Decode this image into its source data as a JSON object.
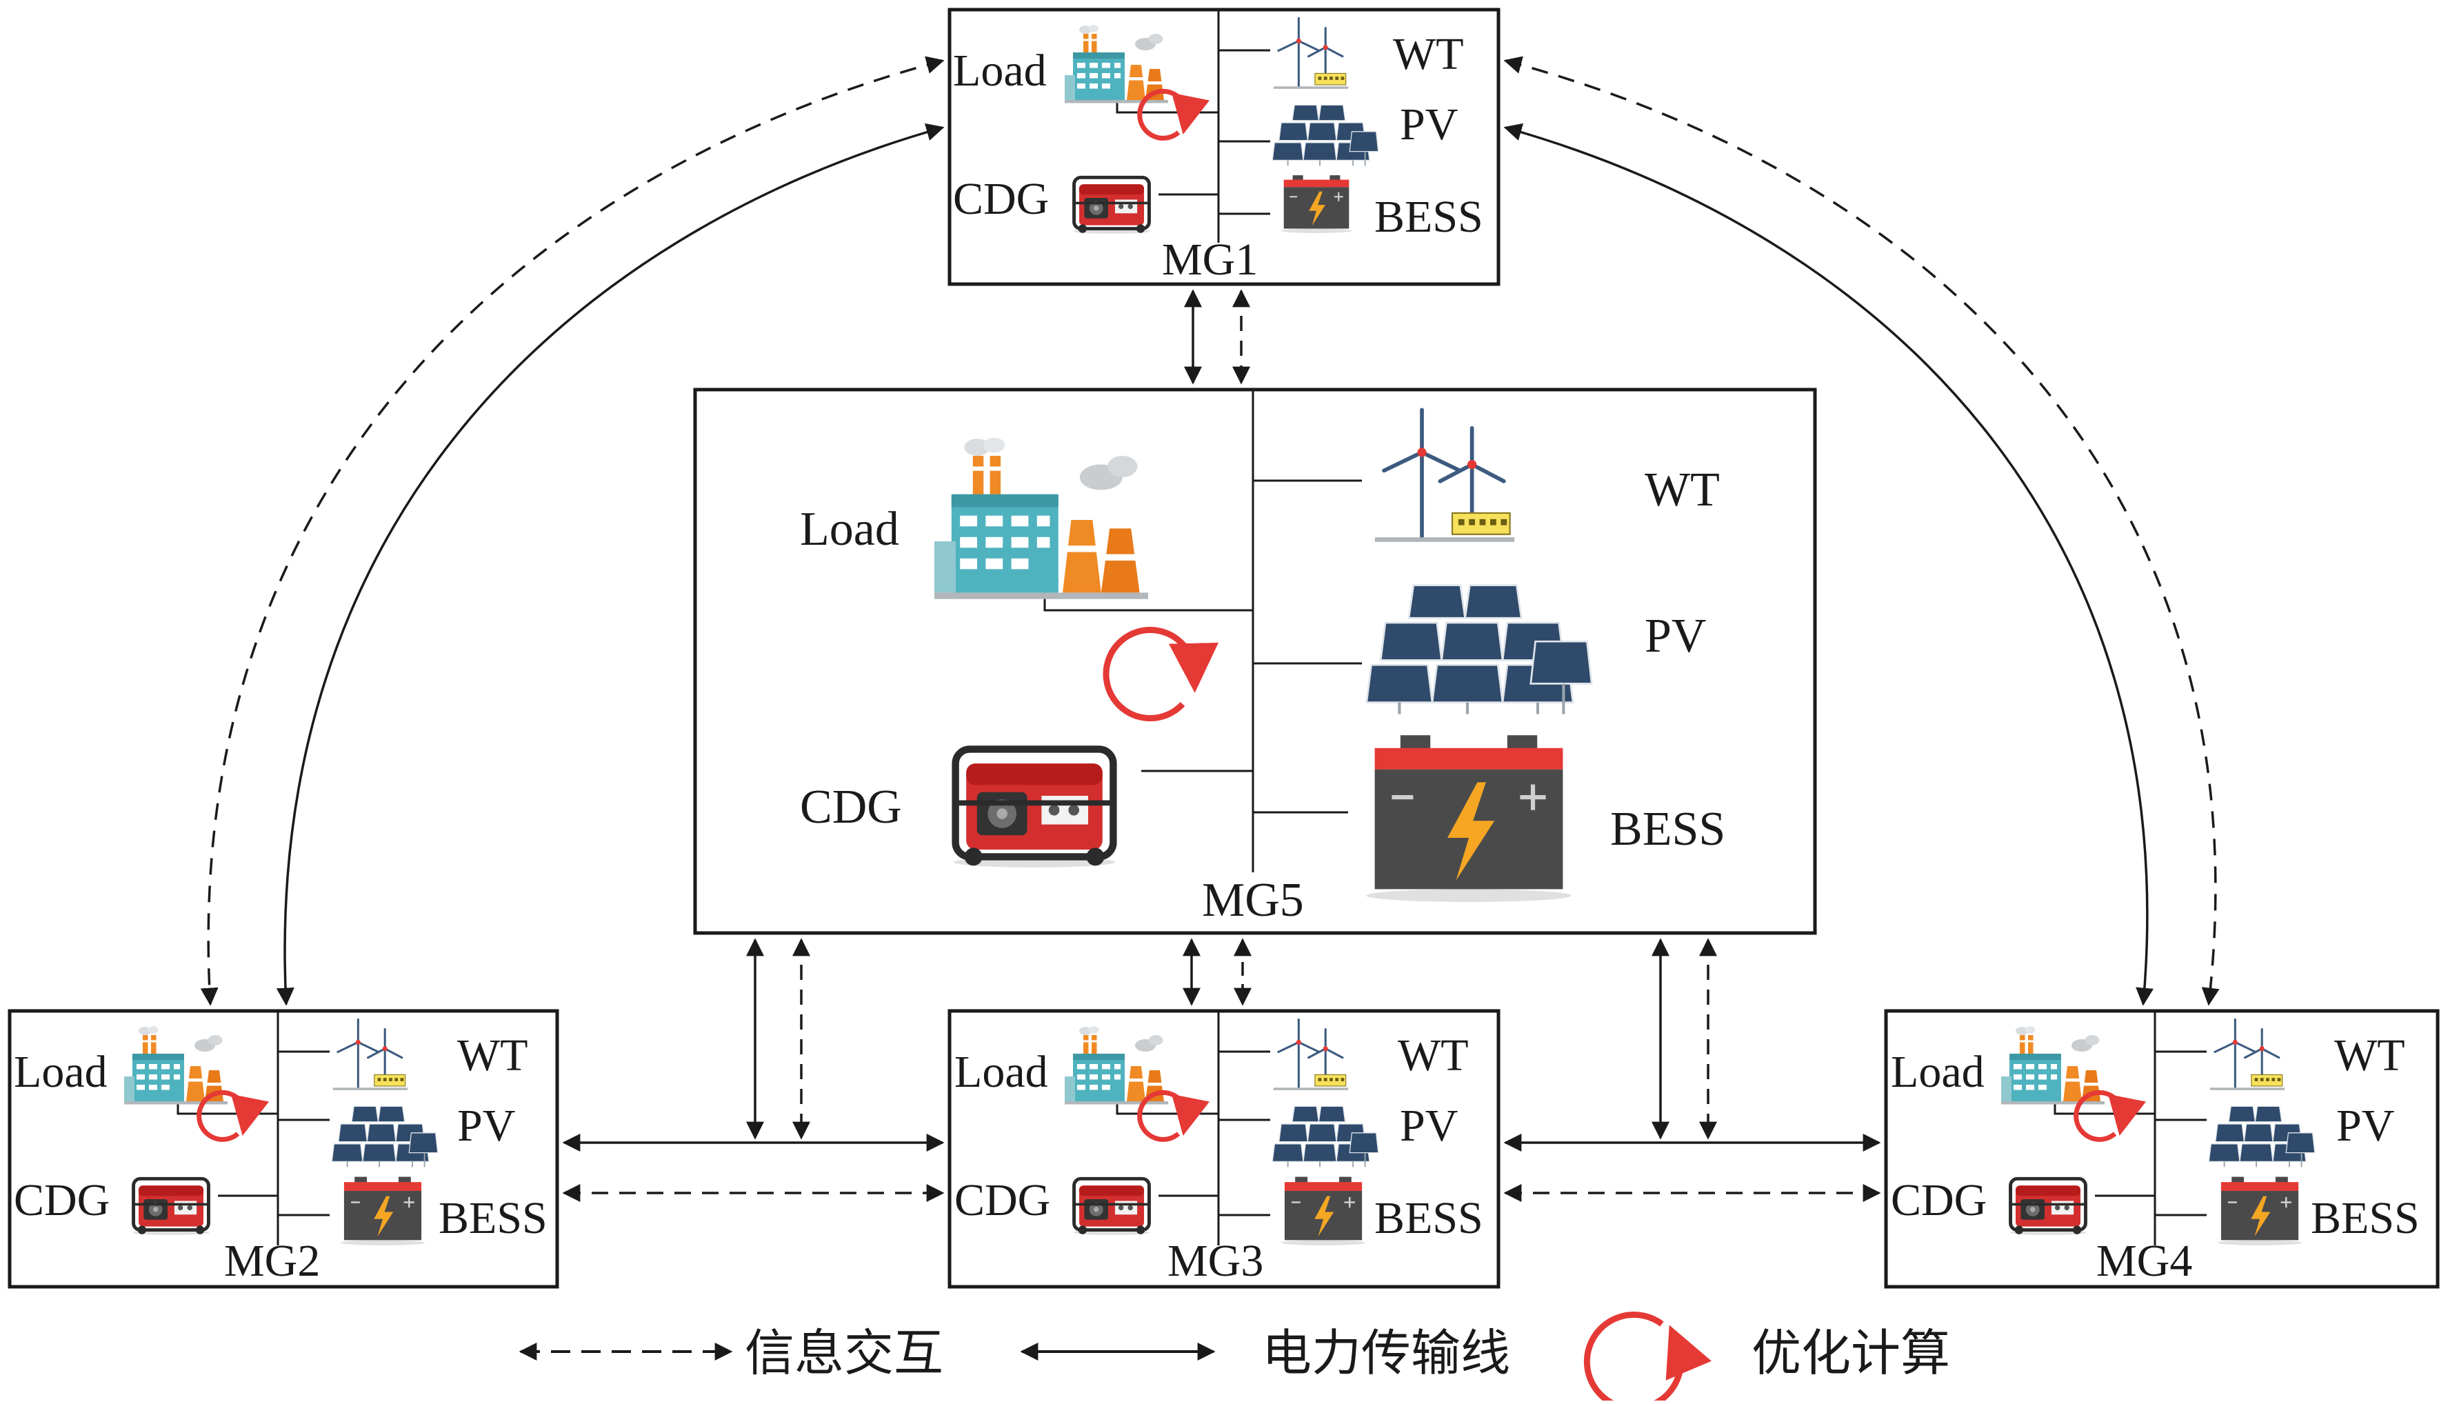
{
  "microgrids": [
    {
      "id": "mg1",
      "name": "MG1",
      "labels": {
        "load": "Load",
        "cdg": "CDG",
        "wt": "WT",
        "pv": "PV",
        "bess": "BESS"
      }
    },
    {
      "id": "mg5",
      "name": "MG5",
      "labels": {
        "load": "Load",
        "cdg": "CDG",
        "wt": "WT",
        "pv": "PV",
        "bess": "BESS"
      }
    },
    {
      "id": "mg2",
      "name": "MG2",
      "labels": {
        "load": "Load",
        "cdg": "CDG",
        "wt": "WT",
        "pv": "PV",
        "bess": "BESS"
      }
    },
    {
      "id": "mg3",
      "name": "MG3",
      "labels": {
        "load": "Load",
        "cdg": "CDG",
        "wt": "WT",
        "pv": "PV",
        "bess": "BESS"
      }
    },
    {
      "id": "mg4",
      "name": "MG4",
      "labels": {
        "load": "Load",
        "cdg": "CDG",
        "wt": "WT",
        "pv": "PV",
        "bess": "BESS"
      }
    }
  ],
  "legend": {
    "info_exchange": "信息交互",
    "power_line": "电力传输线",
    "optimization": "优化计算"
  },
  "colors": {
    "line": "#1a1a1a",
    "cycle_arrow": "#e53935",
    "generator_red": "#d32f2f",
    "battery_body": "#4a4a4a",
    "battery_top": "#e53935",
    "bolt": "#f5a623",
    "panel_blue": "#2f4a6b",
    "factory_teal": "#4fb3bf",
    "factory_orange": "#f08a24"
  },
  "icons": [
    "factory-icon",
    "generator-icon",
    "wind-turbine-icon",
    "solar-panel-icon",
    "battery-icon",
    "cycle-arrow-icon"
  ]
}
